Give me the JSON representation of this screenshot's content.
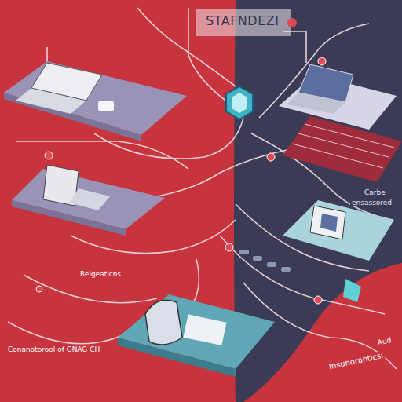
{
  "diagram": {
    "title": "STAFNDEZI",
    "labels": [
      "Carbe",
      "ensassored",
      "Relgeaticns",
      "Conanotorool of GNAG CH",
      "Aud",
      "Insunoranticsi"
    ]
  }
}
